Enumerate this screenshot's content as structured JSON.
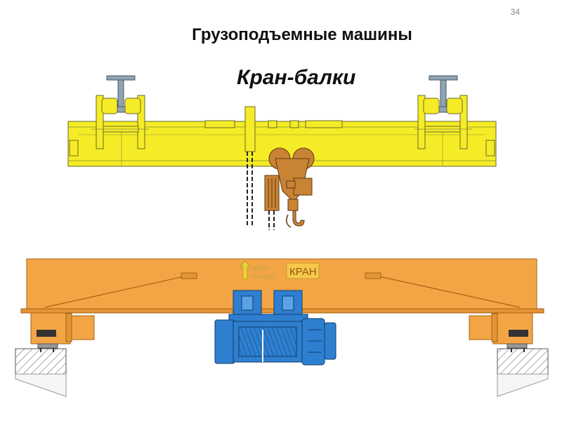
{
  "page": {
    "number": "34"
  },
  "titles": {
    "main": "Грузоподъемные машины",
    "sub": "Кран-балки"
  },
  "bottom_crane": {
    "brand_latin": "telfer",
    "brand_cyrillic": "тельфер",
    "brand_badge": "КРАН"
  },
  "colors": {
    "beam_yellow": "#f5ec27",
    "trolley_brown": "#c98334",
    "beam_orange": "#f3a545",
    "hoist_blue": "#2e7fd0",
    "rail_gray": "#8ea3b3"
  }
}
